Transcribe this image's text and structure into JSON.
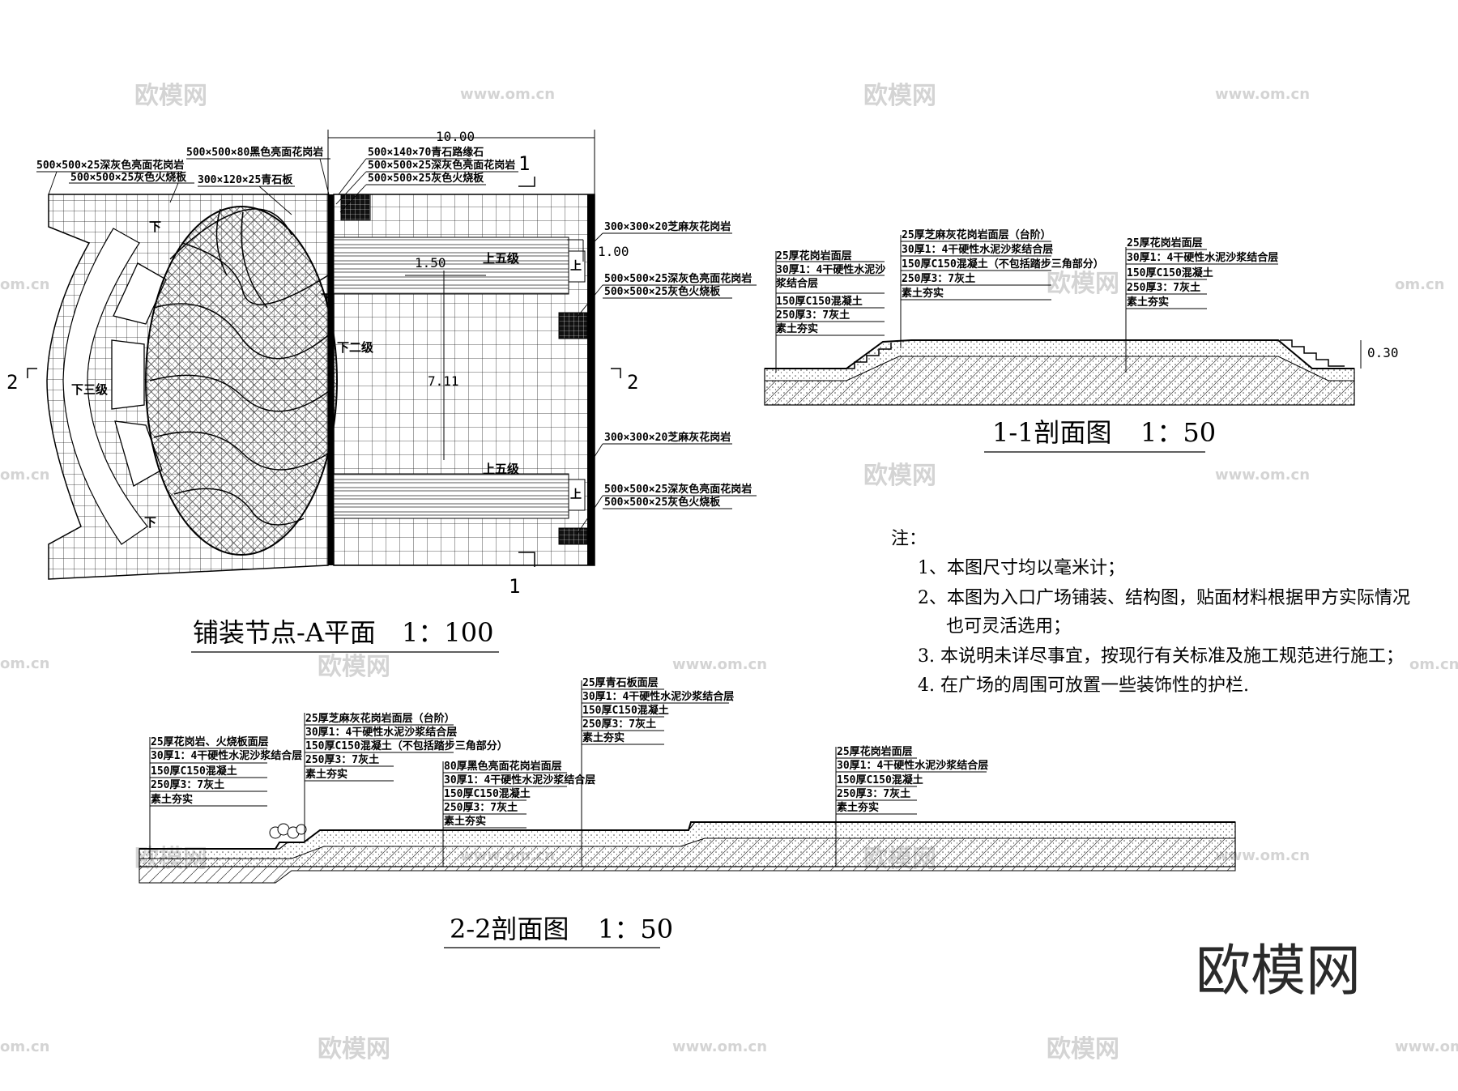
{
  "plan": {
    "title": "铺装节点-A平面",
    "scale": "1：100",
    "dim_total": "10.00",
    "dim_150": "1.50",
    "dim_100": "1.00",
    "dim_711": "7.11",
    "labels": {
      "l1": "500×500×25深灰色亮面花岗岩",
      "l2": "500×500×25灰色火烧板",
      "l3": "500×500×80黑色亮面花岗岩",
      "l4": "300×120×25青石板",
      "l5": "500×140×70青石路缘石",
      "l6": "500×500×25深灰色亮面花岗岩",
      "l7": "500×500×25灰色火烧板",
      "r1": "300×300×20芝麻灰花岗岩",
      "r2": "500×500×25深灰色亮面花岗岩",
      "r3": "500×500×25灰色火烧板",
      "r4": "300×300×20芝麻灰花岗岩",
      "r5": "500×500×25深灰色亮面花岗岩",
      "r6": "500×500×25灰色火烧板"
    },
    "steps": {
      "up5_top": "上五级",
      "up5_bot": "上五级",
      "down2": "下二级",
      "down3": "下三级",
      "down_a": "下",
      "down_b": "下",
      "down_c": "下",
      "up_a": "上",
      "up_b": "上"
    },
    "sec_marks": {
      "top": "1",
      "bottom": "1",
      "left": "2",
      "right": "2"
    }
  },
  "section11": {
    "title": "1-1剖面图",
    "scale": "1：50",
    "dim_030": "0.30",
    "left_layers": [
      "25厚花岗岩面层",
      "30厚1：4干硬性水泥沙",
      "浆结合层",
      "150厚C150混凝土",
      "250厚3：7灰土",
      "素土夯实"
    ],
    "mid_layers": [
      "25厚芝麻灰花岗岩面层（台阶）",
      "30厚1：4干硬性水泥沙浆结合层",
      "150厚C150混凝土（不包括踏步三角部分）",
      "250厚3：7灰土",
      "素土夯实"
    ],
    "right_layers": [
      "25厚花岗岩面层",
      "30厚1：4干硬性水泥沙浆结合层",
      "150厚C150混凝土",
      "250厚3：7灰土",
      "素土夯实"
    ]
  },
  "section22": {
    "title": "2-2剖面图",
    "scale": "1：50",
    "a_layers": [
      "25厚花岗岩、火烧板面层",
      "30厚1：4干硬性水泥沙浆结合层",
      "150厚C150混凝土",
      "250厚3：7灰土",
      "素土夯实"
    ],
    "b_layers": [
      "25厚芝麻灰花岗岩面层（台阶）",
      "30厚1：4干硬性水泥沙浆结合层",
      "150厚C150混凝土（不包括踏步三角部分）",
      "250厚3：7灰土",
      "素土夯实"
    ],
    "c_layers": [
      "80厚黑色亮面花岗岩面层",
      "30厚1：4干硬性水泥沙浆结合层",
      "150厚C150混凝土",
      "250厚3：7灰土",
      "素土夯实"
    ],
    "d_layers": [
      "25厚青石板面层",
      "30厚1：4干硬性水泥沙浆结合层",
      "150厚C150混凝土",
      "250厚3：7灰土",
      "素土夯实"
    ],
    "e_layers": [
      "25厚花岗岩面层",
      "30厚1：4干硬性水泥沙浆结合层",
      "150厚C150混凝土",
      "250厚3：7灰土",
      "素土夯实"
    ]
  },
  "notes": {
    "heading": "注：",
    "n1": "1、本图尺寸均以毫米计；",
    "n2a": "2、本图为入口广场铺装、结构图，贴面材料根据甲方实际情况",
    "n2b": "也可灵活选用；",
    "n3": "3. 本说明未详尽事宜，按现行有关标准及施工规范进行施工；",
    "n4": "4. 在广场的周围可放置一些装饰性的护栏."
  },
  "watermark": {
    "brand": "欧模网",
    "url": "www.om.cn",
    "url_cut": "om.cn"
  }
}
